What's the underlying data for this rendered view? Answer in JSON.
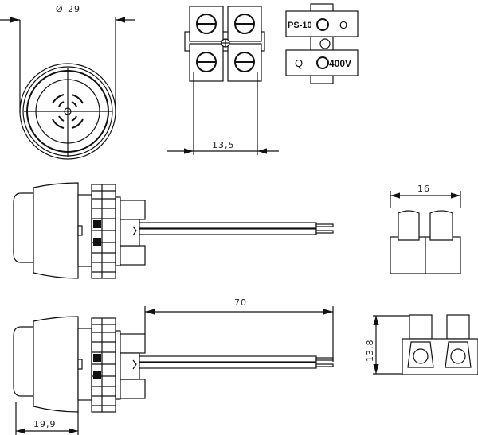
{
  "dimensions": {
    "diameter_symbol": "Ø",
    "diameter": "29",
    "terminal_spacing": "13,5",
    "block_width": "16",
    "wire_length": "70",
    "block_height": "13,8",
    "front_depth": "19,9"
  },
  "terminal_labels": {
    "model": "PS-10",
    "top_mark": "O",
    "bottom_mark": "Q",
    "voltage": "400V"
  },
  "colors": {
    "line": "#111111",
    "background": "#ffffff"
  }
}
